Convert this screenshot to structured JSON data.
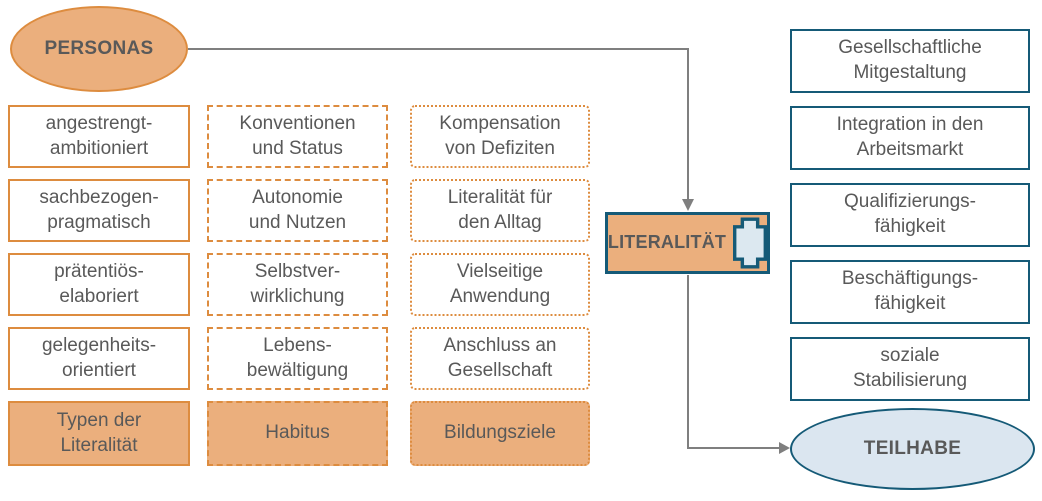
{
  "colors": {
    "orange_fill": "#EBAF7D",
    "orange_border": "#DD8C3F",
    "teal_border": "#155A77",
    "blue_fill": "#DBE6F0",
    "icon_fill": "#DCE8F0",
    "text_gray": "#595959",
    "arrow_gray": "#7F7F7F"
  },
  "personas": {
    "label": "PERSONAS"
  },
  "columns": [
    {
      "id": "typen-der-literalitaet",
      "border_style": "solid",
      "items": [
        "angestrengt-\nambitioniert",
        "sachbezogen-\npragmatisch",
        "prätentiös-\nelaboriert",
        "gelegenheits-\norientiert"
      ],
      "footer": "Typen der\nLiteralität"
    },
    {
      "id": "habitus",
      "border_style": "dashed",
      "items": [
        "Konventionen\nund Status",
        "Autonomie\nund Nutzen",
        "Selbstver-\nwirklichung",
        "Lebens-\nbewältigung"
      ],
      "footer": "Habitus"
    },
    {
      "id": "bildungsziele",
      "border_style": "dotted",
      "items": [
        "Kompensation\nvon Defiziten",
        "Literalität für\nden Alltag",
        "Vielseitige\nAnwendung",
        "Anschluss an\nGesellschaft"
      ],
      "footer": "Bildungsziele"
    }
  ],
  "literalitaet": {
    "label": "LITERALITÄT",
    "icon": "scroll-icon"
  },
  "outcomes": [
    "Gesellschaftliche\nMitgestaltung",
    "Integration in den\nArbeitsmarkt",
    "Qualifizierungs-\nfähigkeit",
    "Beschäftigungs-\nfähigkeit",
    "soziale\nStabilisierung"
  ],
  "teilhabe": {
    "label": "TEILHABE"
  }
}
